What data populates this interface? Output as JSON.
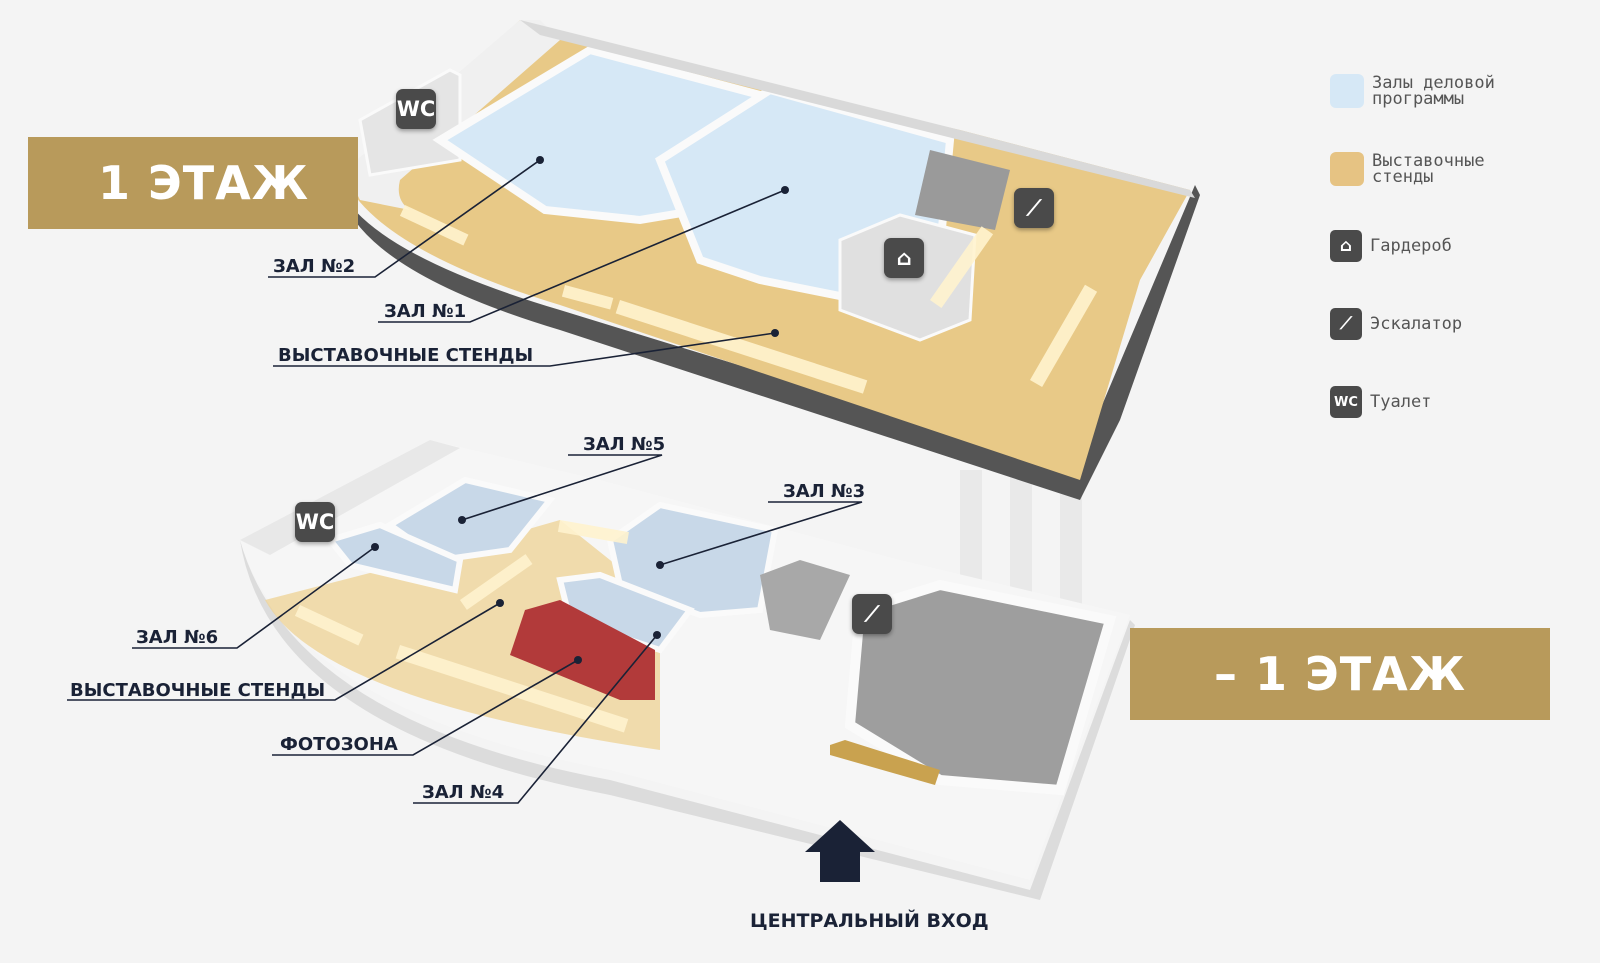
{
  "floors": {
    "floor1": "1 ЭТАЖ",
    "floor_minus1": "– 1 ЭТАЖ"
  },
  "callouts": {
    "hall2": "ЗАЛ №2",
    "hall1": "ЗАЛ №1",
    "exhibit_top": "ВЫСТАВОЧНЫЕ СТЕНДЫ",
    "hall5": "ЗАЛ №5",
    "hall3": "ЗАЛ №3",
    "hall6": "ЗАЛ №6",
    "exhibit_bottom": "ВЫСТАВОЧНЫЕ СТЕНДЫ",
    "photozone": "ФОТОЗОНА",
    "hall4": "ЗАЛ №4"
  },
  "entrance": "ЦЕНТРАЛЬНЫЙ ВХОД",
  "legend": [
    {
      "label": "Залы деловой\nпрограммы",
      "icon": "business-hall-swatch",
      "color": "#d6e8f6"
    },
    {
      "label": "Выставочные\nстенды",
      "icon": "exhibit-stand-swatch",
      "color": "#e6c383"
    },
    {
      "label": "Гардероб",
      "icon": "hanger-icon",
      "glyph": "⌂"
    },
    {
      "label": "Эскалатор",
      "icon": "escalator-icon",
      "glyph": "⟋"
    },
    {
      "label": "Туалет",
      "icon": "wc-icon",
      "glyph": "WC"
    }
  ],
  "icons": {
    "wc": "WC",
    "hanger": "⌂",
    "escalator": "⟋"
  },
  "colors": {
    "gold": "#b89a5b",
    "hall_blue": "#d6e8f6",
    "exhibit": "#e6c383",
    "photozone": "#b23a3a",
    "navy": "#1a2236"
  }
}
